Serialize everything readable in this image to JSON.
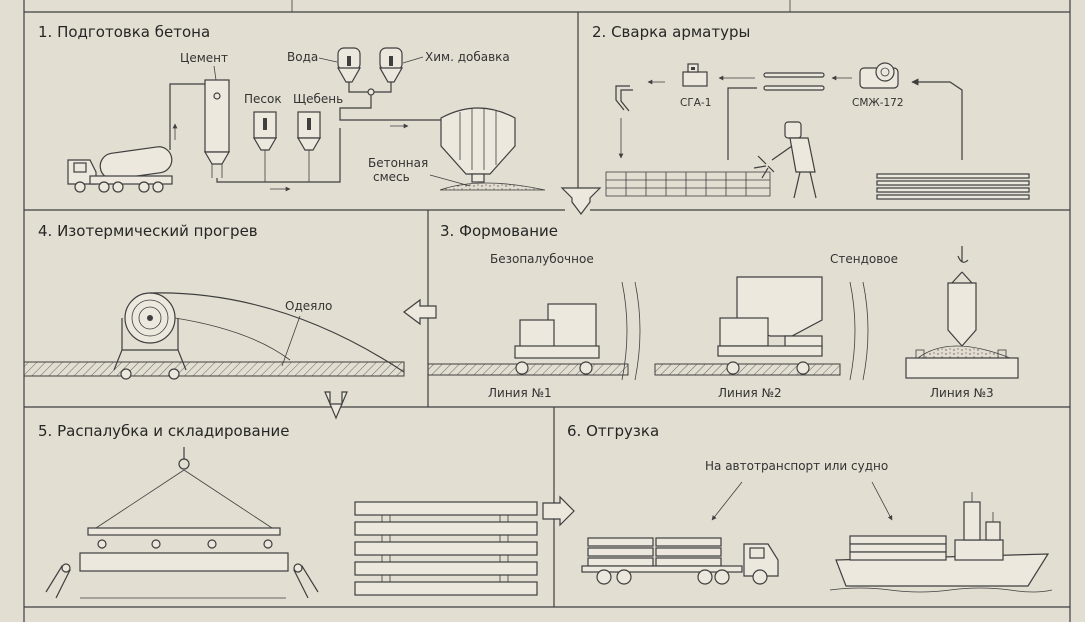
{
  "sections": {
    "concrete_prep": {
      "title": "1. Подготовка бетона",
      "labels": {
        "cement": "Цемент",
        "water": "Вода",
        "additive": "Хим. добавка",
        "sand": "Песок",
        "gravel": "Щебень",
        "mix_line1": "Бетонная",
        "mix_line2": "смесь"
      }
    },
    "rebar_welding": {
      "title": "2. Сварка арматуры",
      "labels": {
        "machine_sga": "СГА-1",
        "machine_smzh": "СМЖ-172"
      }
    },
    "forming": {
      "title": "3. Формование",
      "labels": {
        "formless": "Безопалубочное",
        "stand": "Стендовое",
        "line1": "Линия №1",
        "line2": "Линия №2",
        "line3": "Линия №3"
      }
    },
    "heating": {
      "title": "4. Изотермический прогрев",
      "labels": {
        "blanket": "Одеяло"
      }
    },
    "stripping": {
      "title": "5. Распалубка и складирование"
    },
    "shipping": {
      "title": "6. Отгрузка",
      "labels": {
        "destination": "На автотранспорт или судно"
      }
    }
  },
  "colors": {
    "background": "#e3ded2",
    "ink": "#3f3f3f",
    "text": "#262626"
  }
}
